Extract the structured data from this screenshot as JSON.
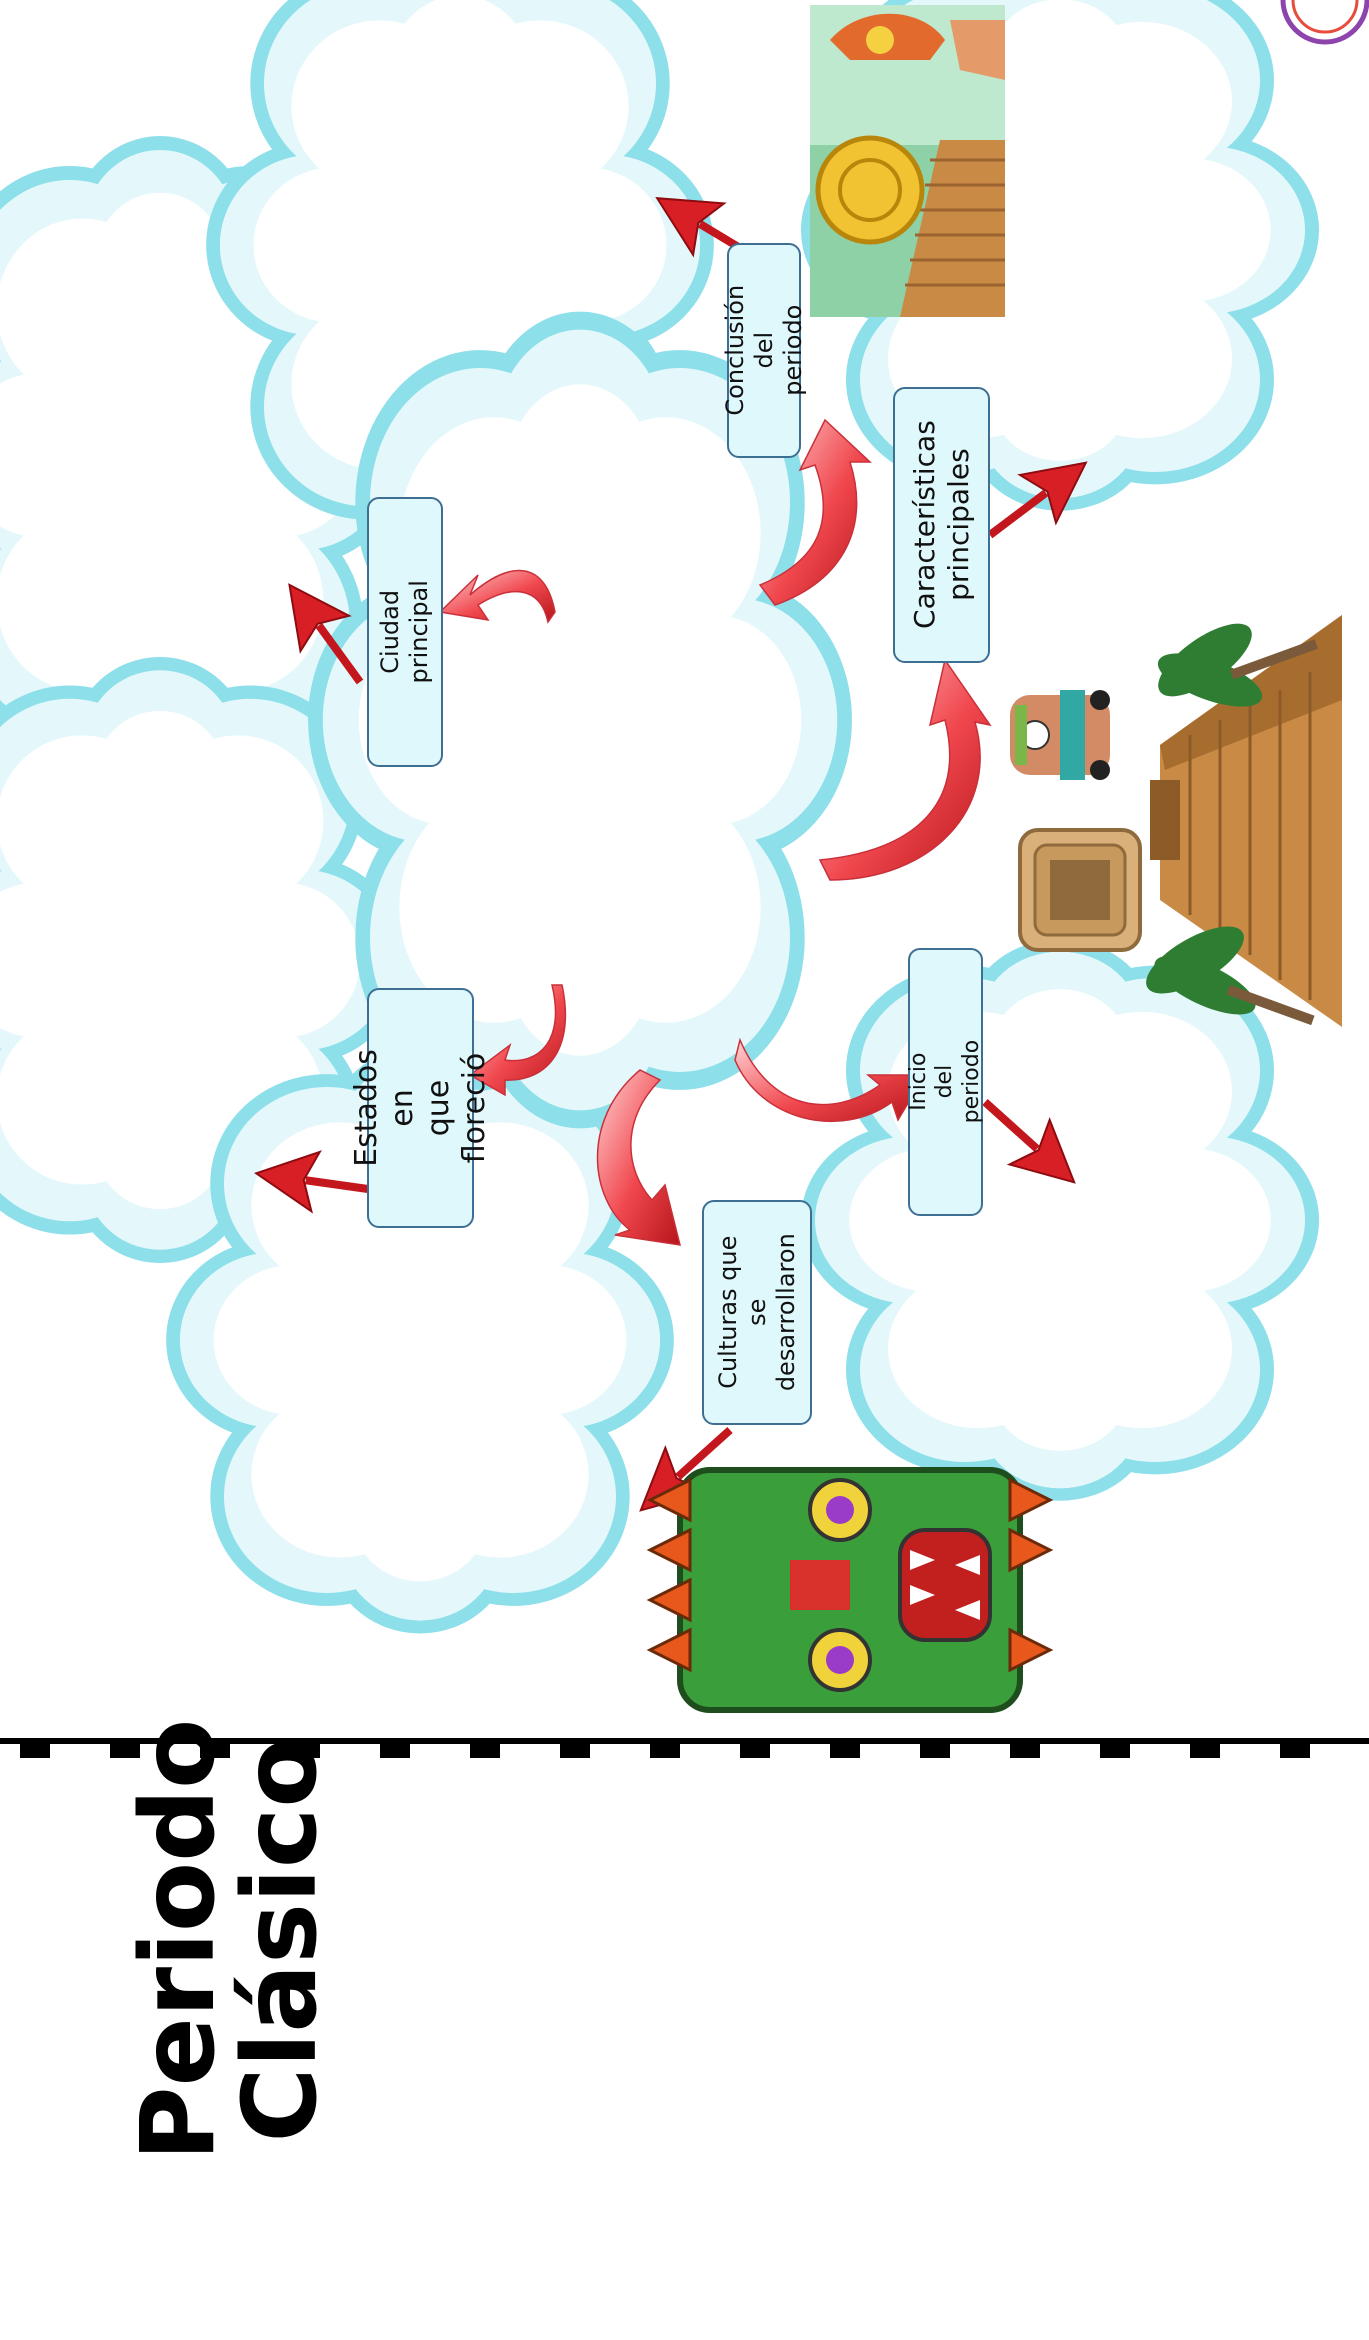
{
  "title": "Periodo\nClásico",
  "labels": {
    "conclusion": "Conclusión\ndel periodo",
    "caracteristicas": "Características\nprincipales",
    "ciudad": "Ciudad principal",
    "estados": "Estados en\nque floreció",
    "culturas": "Culturas que\nse\ndesarrollaron",
    "inicio": "Inicio del periodo"
  },
  "colors": {
    "cloud_border": "#8ddfea",
    "cloud_fill": "#e4f8fb",
    "arrow": "#d91f26",
    "label_fill": "#dff8fb",
    "label_border": "#3e6f93"
  },
  "icons": {
    "top_right": "logo-badge",
    "images": [
      "maya-calendar-illustration",
      "maya-pyramid-illustration",
      "maya-warrior-icon",
      "maya-glyph-tile-icon",
      "maya-mask-illustration"
    ],
    "bottom": "decorative-pattern-border"
  }
}
